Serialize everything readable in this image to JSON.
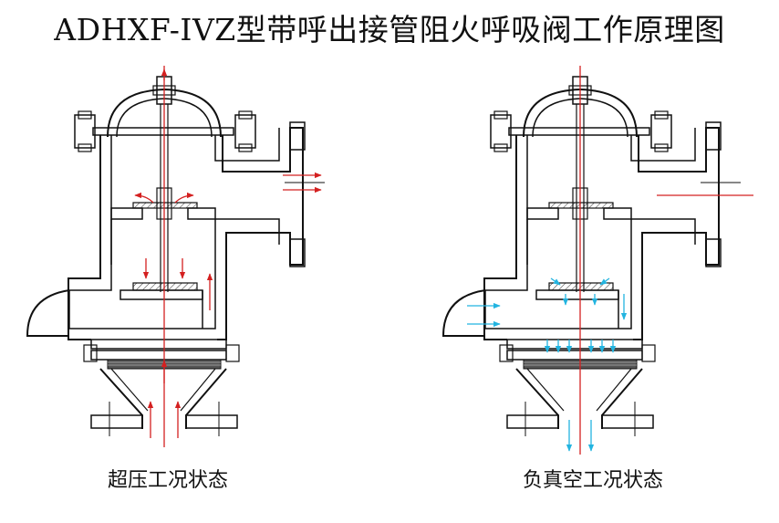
{
  "title": "ADHXF-IVZ型带呼出接管阻火呼吸阀工作原理图",
  "left_caption": "超压工况状态",
  "right_caption": "负真空工况状态",
  "colors": {
    "line": "#111111",
    "pressure_arrow": "#d42020",
    "vacuum_arrow": "#22b4e0",
    "flame_arrester": "#444444",
    "hatch": "#333333"
  }
}
